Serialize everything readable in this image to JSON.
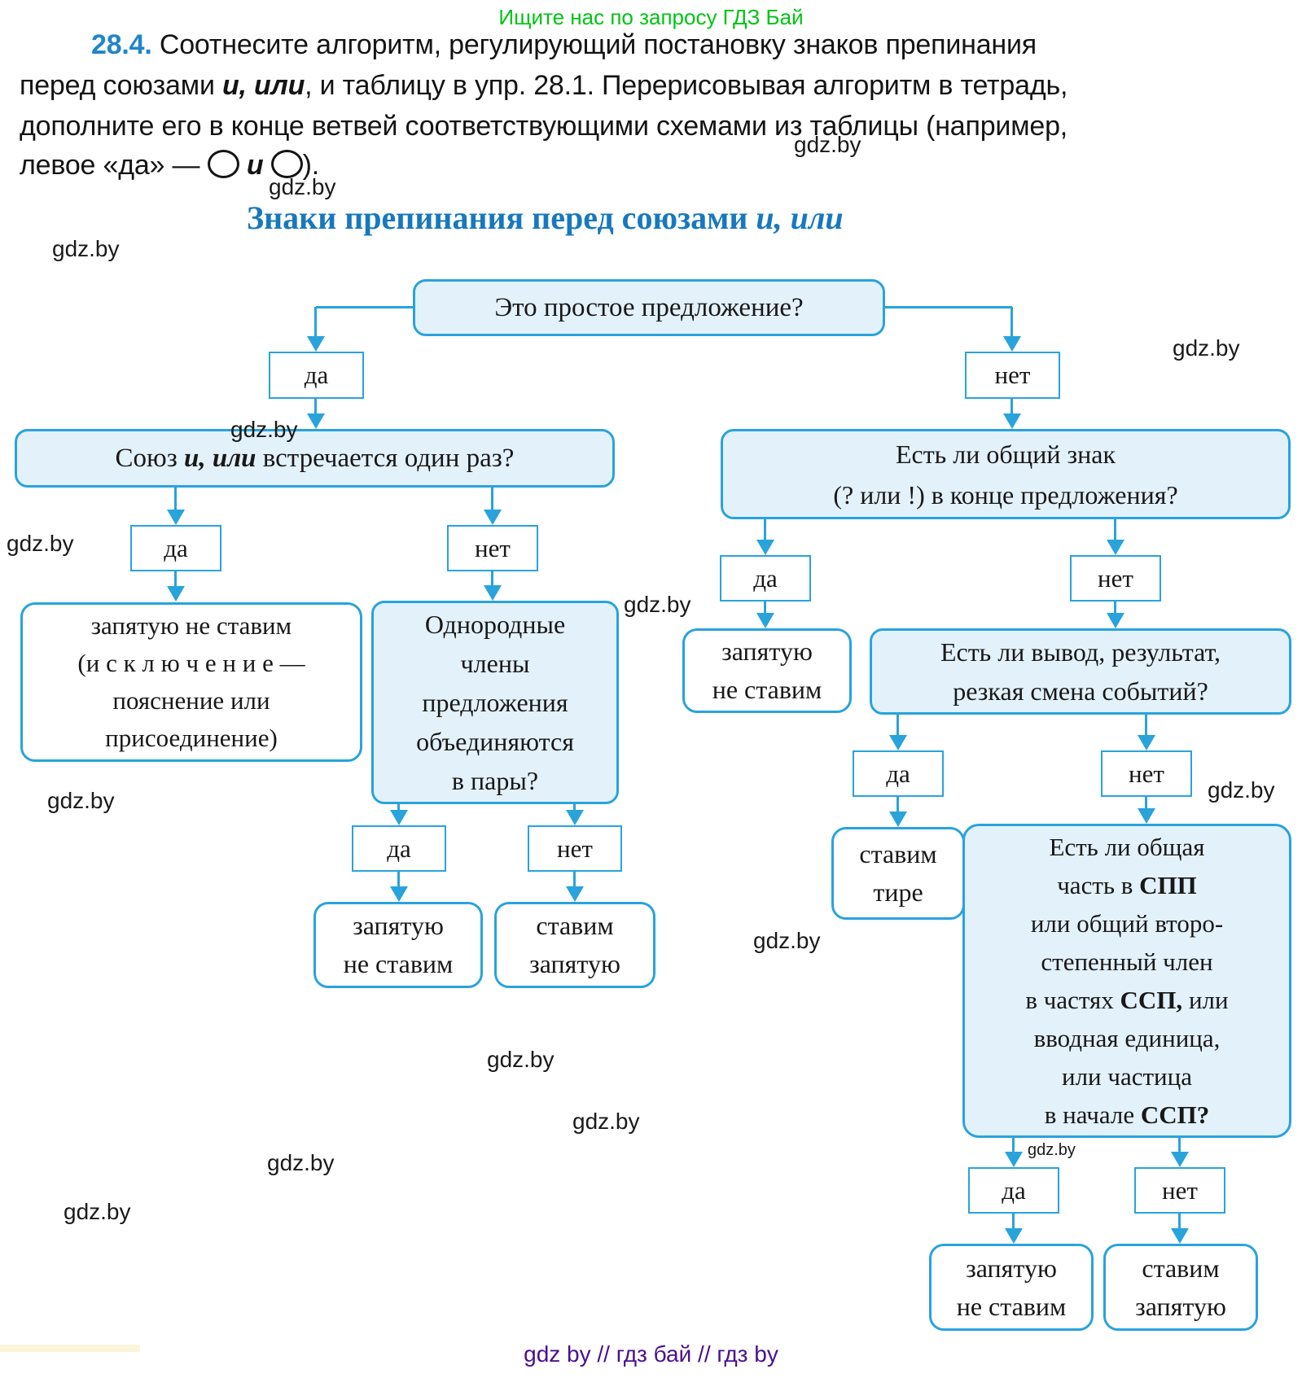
{
  "header": {
    "promo": "Ищите нас по запросу ГДЗ Бай"
  },
  "task": {
    "number": "28.4.",
    "line1": " Соотнесите алгоритм, регулирующий постановку знаков препинания",
    "line2": {
      "pre": "перед союзами ",
      "emph": "и, или",
      "post": ", и таблицу в упр. 28.1. Перерисовывая алгоритм в тетрадь,"
    },
    "line3": "дополните его в конце ветвей соответствующими схемами из таблицы (например,",
    "line4": {
      "pre": "левое «да» — ",
      "conj": "и",
      "post": ")."
    }
  },
  "diagram": {
    "title": {
      "pre": "Знаки препинания перед союзами ",
      "emph": "и, или"
    },
    "labels": {
      "yes": "да",
      "no": "нет"
    },
    "root_question": "Это простое предложение?",
    "left": {
      "q_single": {
        "pre": "Союз ",
        "emph": "и, или",
        "post": " встречается один раз?"
      },
      "no_comma_exception": [
        "запятую не ставим",
        "(и с к л ю ч е н и е —",
        "пояснение или",
        "присоединение)"
      ],
      "q_pairs": [
        "Однородные",
        "члены",
        "предложения",
        "объединяются",
        "в пары?"
      ],
      "no_comma": [
        "запятую",
        "не ставим"
      ],
      "put_comma": [
        "ставим",
        "запятую"
      ]
    },
    "right": {
      "q_common_sign": [
        "Есть ли общий знак",
        "(? или !) в конце предложения?"
      ],
      "no_comma_top": [
        "запятую",
        "не ставим"
      ],
      "q_result": [
        "Есть ли вывод, результат,",
        "резкая смена событий?"
      ],
      "put_dash": [
        "ставим",
        "тире"
      ],
      "q_common_part": {
        "l1": "Есть ли общая",
        "l2pre": "часть в ",
        "l2acr": "СПП",
        "l3": "или общий второ-",
        "l4": "степенный член",
        "l5pre": "в частях ",
        "l5acr": "ССП,",
        "l5post": " или",
        "l6": "вводная единица,",
        "l7": "или частица",
        "l8pre": "в начале ",
        "l8acr": "ССП?"
      },
      "no_comma_bottom": [
        "запятую",
        "не ставим"
      ],
      "put_comma": [
        "ставим",
        "запятую"
      ]
    }
  },
  "watermark": "gdz.by",
  "footer": "gdz by  //  гдз бай  //  гдз by",
  "colors": {
    "accent_blue": "#29a3dc",
    "box_fill": "#e3f1fb",
    "title_blue": "#1878be",
    "task_number_blue": "#2086c8",
    "promo_green": "#00c414",
    "footer_purple": "#4a1090"
  }
}
